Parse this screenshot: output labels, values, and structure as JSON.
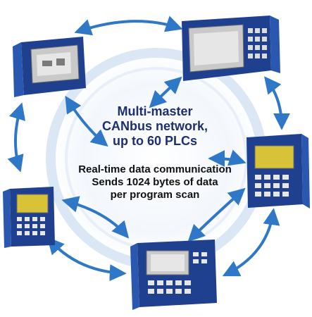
{
  "diagram": {
    "headline": [
      "Multi-master",
      "CANbus network,",
      "up to 60 PLCs"
    ],
    "subtext": [
      "Real-time data communication",
      "Sends 1024 bytes of data",
      "per program scan"
    ]
  },
  "colors": {
    "arrow": "#2f78c8",
    "ring": "#cfe0f3",
    "plc_body": "#1f3f8f",
    "plc_screen": "#c9c9c9",
    "plc_screen_yellow": "#d8c238"
  }
}
